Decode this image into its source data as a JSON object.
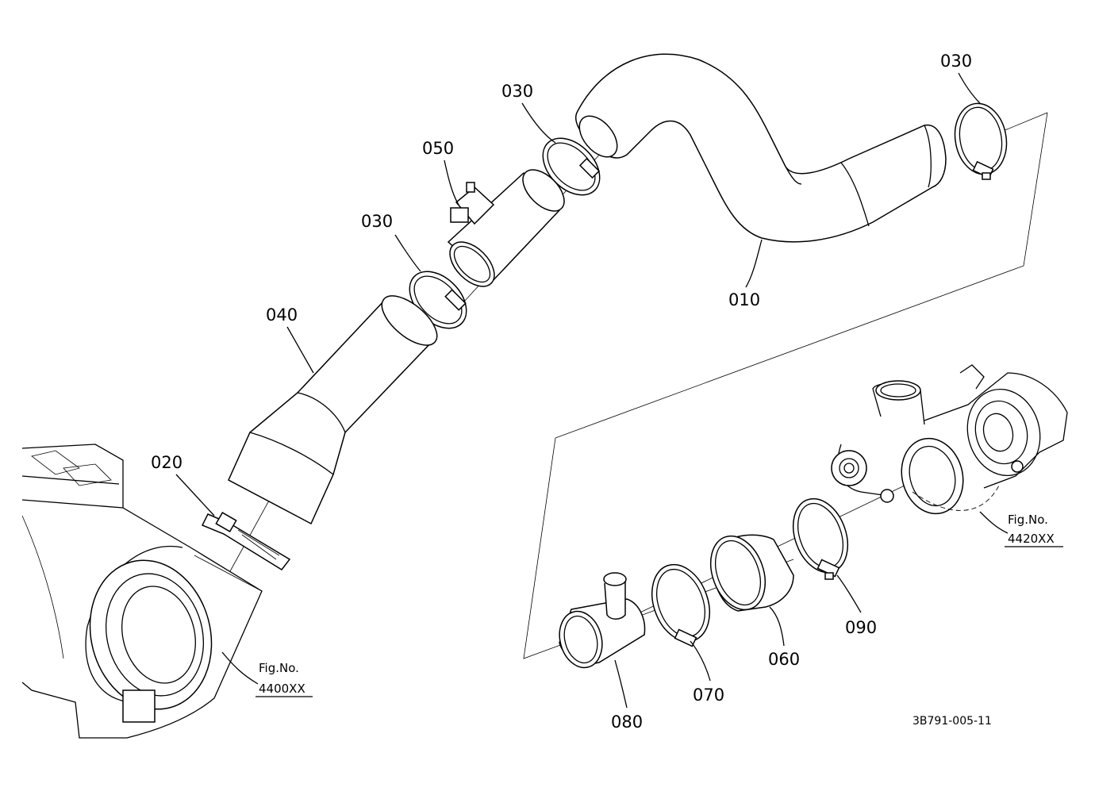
{
  "labels": {
    "p010": "010",
    "p020": "020",
    "p030a": "030",
    "p030b": "030",
    "p030c": "030",
    "p040": "040",
    "p050": "050",
    "p060": "060",
    "p070": "070",
    "p080": "080",
    "p090": "090"
  },
  "refs": {
    "fig1_title": "Fig.No.",
    "fig1_num": "4400XX",
    "fig2_title": "Fig.No.",
    "fig2_num": "4420XX"
  },
  "drawing_code": "3B791-005-11"
}
